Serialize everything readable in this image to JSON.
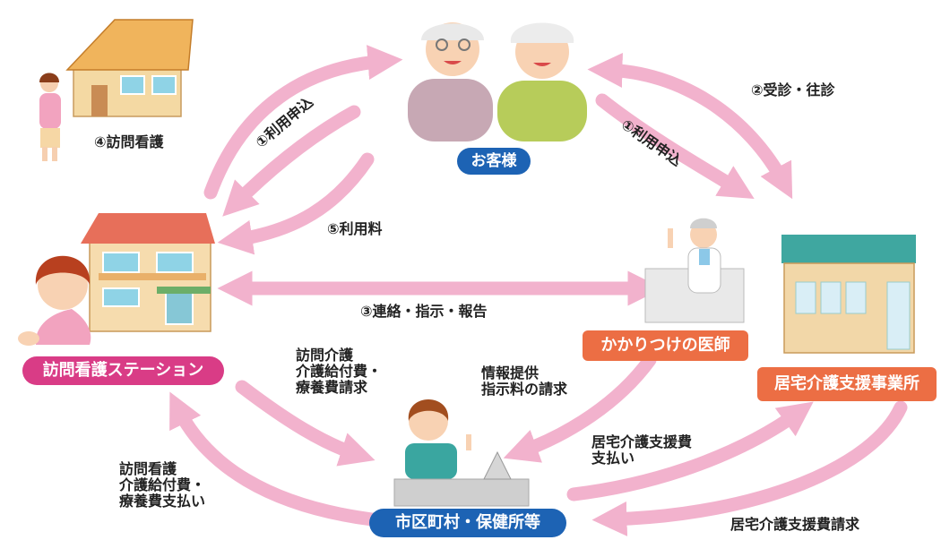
{
  "nodes": {
    "customer": "お客様",
    "station": "訪問看護ステーション",
    "doctor": "かかりつけの医師",
    "care_office": "居宅介護支援事業所",
    "municipality": "市区町村・保健所等"
  },
  "labels": {
    "visit_nursing": "④訪問看護",
    "apply_left": "①利用申込",
    "apply_right": "①利用申込",
    "consult": "②受診・往診",
    "fee": "⑤利用料",
    "contact": "③連絡・指示・報告",
    "claim_station": [
      "訪問介護",
      "介護給付費・",
      "療養費請求"
    ],
    "info_doctor": [
      "情報提供",
      "指示料の請求"
    ],
    "care_pay": [
      "居宅介護支援費",
      "支払い"
    ],
    "station_pay": [
      "訪問看護",
      "介護給付費・",
      "療養費支払い"
    ],
    "care_claim": "居宅介護支援費請求"
  },
  "colors": {
    "arrow": "#f2b2cd",
    "customer_badge": "#1d63b4",
    "station_badge": "#d93c86",
    "doctor_badge": "#ec6e44",
    "care_badge": "#ec6e44",
    "municipality_badge": "#1d63b4"
  }
}
